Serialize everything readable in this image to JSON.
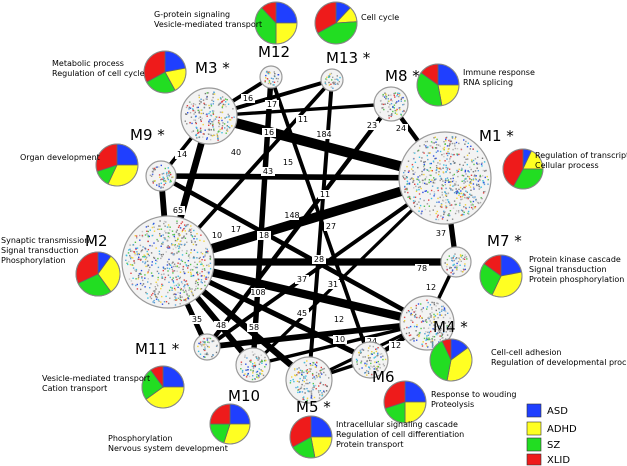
{
  "colors": {
    "ASD": "#1f3fff",
    "ADHD": "#ffff22",
    "SZ": "#22dd22",
    "XLID": "#ee1b1b",
    "node_fill": "#f3f3f3",
    "node_stroke": "#9a9a9a",
    "edge": "#000000"
  },
  "legend": [
    "ASD",
    "ADHD",
    "SZ",
    "XLID"
  ],
  "modules": [
    {
      "id": "M1",
      "label": "M1",
      "star": true,
      "annotations": [
        "Regulation of transcription",
        "Cellular process"
      ],
      "pie": [
        0.07,
        0.18,
        0.33,
        0.42
      ],
      "node_icon": "gene-cluster-icon"
    },
    {
      "id": "M2",
      "label": "M2",
      "star": false,
      "annotations": [
        "Synaptic transmission",
        "Signal transduction",
        "Phosphorylation"
      ],
      "pie": [
        0.1,
        0.3,
        0.28,
        0.32
      ],
      "node_icon": "gene-cluster-icon"
    },
    {
      "id": "M3",
      "label": "M3",
      "star": true,
      "annotations": [
        "Metabolic process",
        "Regulation of cell cycle"
      ],
      "pie": [
        0.22,
        0.2,
        0.25,
        0.33
      ],
      "node_icon": "gene-cluster-icon"
    },
    {
      "id": "M4",
      "label": "M4",
      "star": true,
      "annotations": [
        "Cell-cell adhesion",
        "Regulation of developmental process"
      ],
      "pie": [
        0.15,
        0.38,
        0.4,
        0.07
      ],
      "node_icon": "gene-cluster-icon"
    },
    {
      "id": "M5",
      "label": "M5",
      "star": true,
      "annotations": [
        "Intracellular signaling cascade",
        "Regulation of cell differentiation",
        "Protein transport"
      ],
      "pie": [
        0.25,
        0.22,
        0.2,
        0.33
      ],
      "node_icon": "gene-cluster-icon"
    },
    {
      "id": "M6",
      "label": "M6",
      "star": false,
      "annotations": [
        "Response to wouding",
        "Proteolysis"
      ],
      "pie": [
        0.25,
        0.25,
        0.2,
        0.3
      ],
      "node_icon": "gene-cluster-icon"
    },
    {
      "id": "M7",
      "label": "M7",
      "star": true,
      "annotations": [
        "Protein kinase cascade",
        "Signal transduction",
        "Protein phosphorylation"
      ],
      "pie": [
        0.22,
        0.35,
        0.28,
        0.15
      ],
      "node_icon": "gene-cluster-icon"
    },
    {
      "id": "M8",
      "label": "M8",
      "star": true,
      "annotations": [
        "Immune response",
        "RNA splicing"
      ],
      "pie": [
        0.25,
        0.22,
        0.38,
        0.15
      ],
      "node_icon": "gene-cluster-icon"
    },
    {
      "id": "M9",
      "label": "M9",
      "star": true,
      "annotations": [
        "Organ development"
      ],
      "pie": [
        0.25,
        0.32,
        0.13,
        0.3
      ],
      "node_icon": "gene-cluster-icon"
    },
    {
      "id": "M10",
      "label": "M10",
      "star": false,
      "annotations": [
        "Phosphorylation",
        "Nervous system development"
      ],
      "pie": [
        0.25,
        0.3,
        0.2,
        0.25
      ],
      "node_icon": "gene-cluster-icon"
    },
    {
      "id": "M11",
      "label": "M11",
      "star": true,
      "annotations": [
        "Vesicle-mediated transport",
        "Cation transport"
      ],
      "pie": [
        0.25,
        0.4,
        0.25,
        0.1
      ],
      "node_icon": "gene-cluster-icon"
    },
    {
      "id": "M12",
      "label": "M12",
      "star": false,
      "annotations": [
        "G-protein signaling",
        "Vesicle-mediated transport"
      ],
      "pie": [
        0.25,
        0.25,
        0.38,
        0.12
      ],
      "node_icon": "gene-cluster-icon"
    },
    {
      "id": "M13",
      "label": "M13",
      "star": true,
      "annotations": [
        "Cell cycle"
      ],
      "pie": [
        0.12,
        0.12,
        0.43,
        0.33
      ],
      "node_icon": "gene-cluster-icon"
    }
  ],
  "edges": [
    {
      "from": "M3",
      "to": "M1",
      "label": "184",
      "weight": 184
    },
    {
      "from": "M2",
      "to": "M1",
      "label": "148",
      "weight": 148
    },
    {
      "from": "M2",
      "to": "M4",
      "label": "108",
      "weight": 108
    },
    {
      "from": "M2",
      "to": "M7",
      "label": "28",
      "weight": 28
    },
    {
      "from": "M1",
      "to": "M2",
      "label": "11",
      "weight": 11
    },
    {
      "from": "M7",
      "to": "M2",
      "label": "78",
      "weight": 78
    },
    {
      "from": "M9",
      "to": "M1",
      "label": "43",
      "weight": 43
    },
    {
      "from": "M3",
      "to": "M12",
      "label": "16",
      "weight": 16
    },
    {
      "from": "M3",
      "to": "M13",
      "label": "17",
      "weight": 17
    },
    {
      "from": "M3",
      "to": "M8",
      "label": "11",
      "weight": 11
    },
    {
      "from": "M3",
      "to": "M9",
      "label": "14",
      "weight": 14
    },
    {
      "from": "M3",
      "to": "M2",
      "label": "65",
      "weight": 65
    },
    {
      "from": "M12",
      "to": "M10",
      "label": "40",
      "weight": 40
    },
    {
      "from": "M12",
      "to": "M6",
      "label": "16",
      "weight": 16
    },
    {
      "from": "M13",
      "to": "M2",
      "label": "15",
      "weight": 15
    },
    {
      "from": "M13",
      "to": "M5",
      "label": "18",
      "weight": 18
    },
    {
      "from": "M8",
      "to": "M11",
      "label": "23",
      "weight": 23
    },
    {
      "from": "M8",
      "to": "M1",
      "label": "24",
      "weight": 24
    },
    {
      "from": "M9",
      "to": "M2",
      "label": "48",
      "weight": 48
    },
    {
      "from": "M9",
      "to": "M4",
      "label": "27",
      "weight": 27
    },
    {
      "from": "M1",
      "to": "M10",
      "label": "10",
      "weight": 10
    },
    {
      "from": "M1",
      "to": "M11",
      "label": "17",
      "weight": 17
    },
    {
      "from": "M1",
      "to": "M7",
      "label": "37",
      "weight": 37
    },
    {
      "from": "M7",
      "to": "M4",
      "label": "12",
      "weight": 12
    },
    {
      "from": "M2",
      "to": "M11",
      "label": "35",
      "weight": 35
    },
    {
      "from": "M2",
      "to": "M10",
      "label": "48",
      "weight": 48
    },
    {
      "from": "M2",
      "to": "M5",
      "label": "58",
      "weight": 58
    },
    {
      "from": "M2",
      "to": "M6",
      "label": "37",
      "weight": 37
    },
    {
      "from": "M2",
      "to": "M4",
      "label": "31",
      "weight": 31
    },
    {
      "from": "M11",
      "to": "M4",
      "label": "45",
      "weight": 45
    },
    {
      "from": "M10",
      "to": "M4",
      "label": "12",
      "weight": 12
    },
    {
      "from": "M5",
      "to": "M4",
      "label": "10",
      "weight": 10
    },
    {
      "from": "M6",
      "to": "M4",
      "label": "24",
      "weight": 24
    },
    {
      "from": "M5",
      "to": "M6",
      "label": "12",
      "weight": 12
    }
  ]
}
